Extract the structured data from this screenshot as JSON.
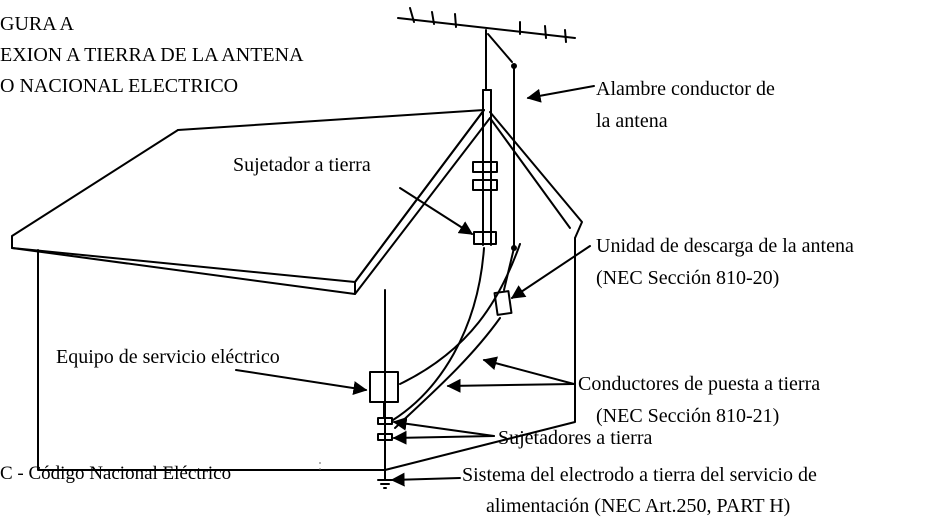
{
  "figure": {
    "title_lines": [
      "GURA A",
      "EXION A TIERRA DE LA ANTENA",
      "O NACIONAL ELECTRICO"
    ]
  },
  "labels": {
    "antenna_wire": [
      "Alambre conductor de",
      "la antena"
    ],
    "ground_clamp": "Sujetador a tierra",
    "discharge_unit": [
      "Unidad de descarga de la antena",
      "(NEC Sección 810-20)"
    ],
    "service_equipment": "Equipo de servicio eléctrico",
    "grounding_conductors": [
      "Conductores de puesta a tierra",
      "(NEC Sección 810-21)"
    ],
    "ground_clamps": "Sujetadores a tierra",
    "electrode_system": [
      "Sistema del electrodo a tierra del servicio de",
      "alimentación (NEC Art.250, PART H)"
    ],
    "nec_note": "C - Código Nacional Eléctrico"
  }
}
